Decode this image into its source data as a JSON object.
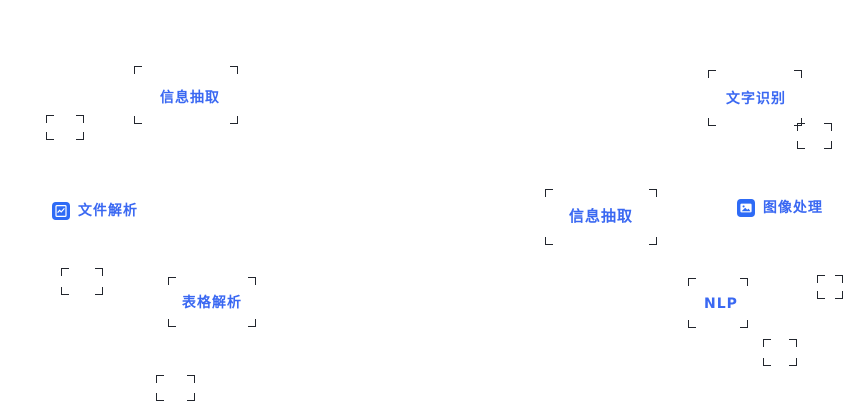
{
  "page": {
    "background": "#ffffff",
    "accent_color": "#3a68f2",
    "icon_color": "#2e6bf6",
    "bracket_color": "#22262d"
  },
  "tags": {
    "info_extract_top": {
      "label": "信息抽取"
    },
    "ocr": {
      "label": "文字识别"
    },
    "file_parse": {
      "label": "文件解析",
      "icon": "document-parse-icon"
    },
    "info_extract_center": {
      "label": "信息抽取"
    },
    "image_process": {
      "label": "图像处理",
      "icon": "image-processing-icon"
    },
    "table_parse": {
      "label": "表格解析"
    },
    "nlp": {
      "label": "NLP"
    }
  }
}
